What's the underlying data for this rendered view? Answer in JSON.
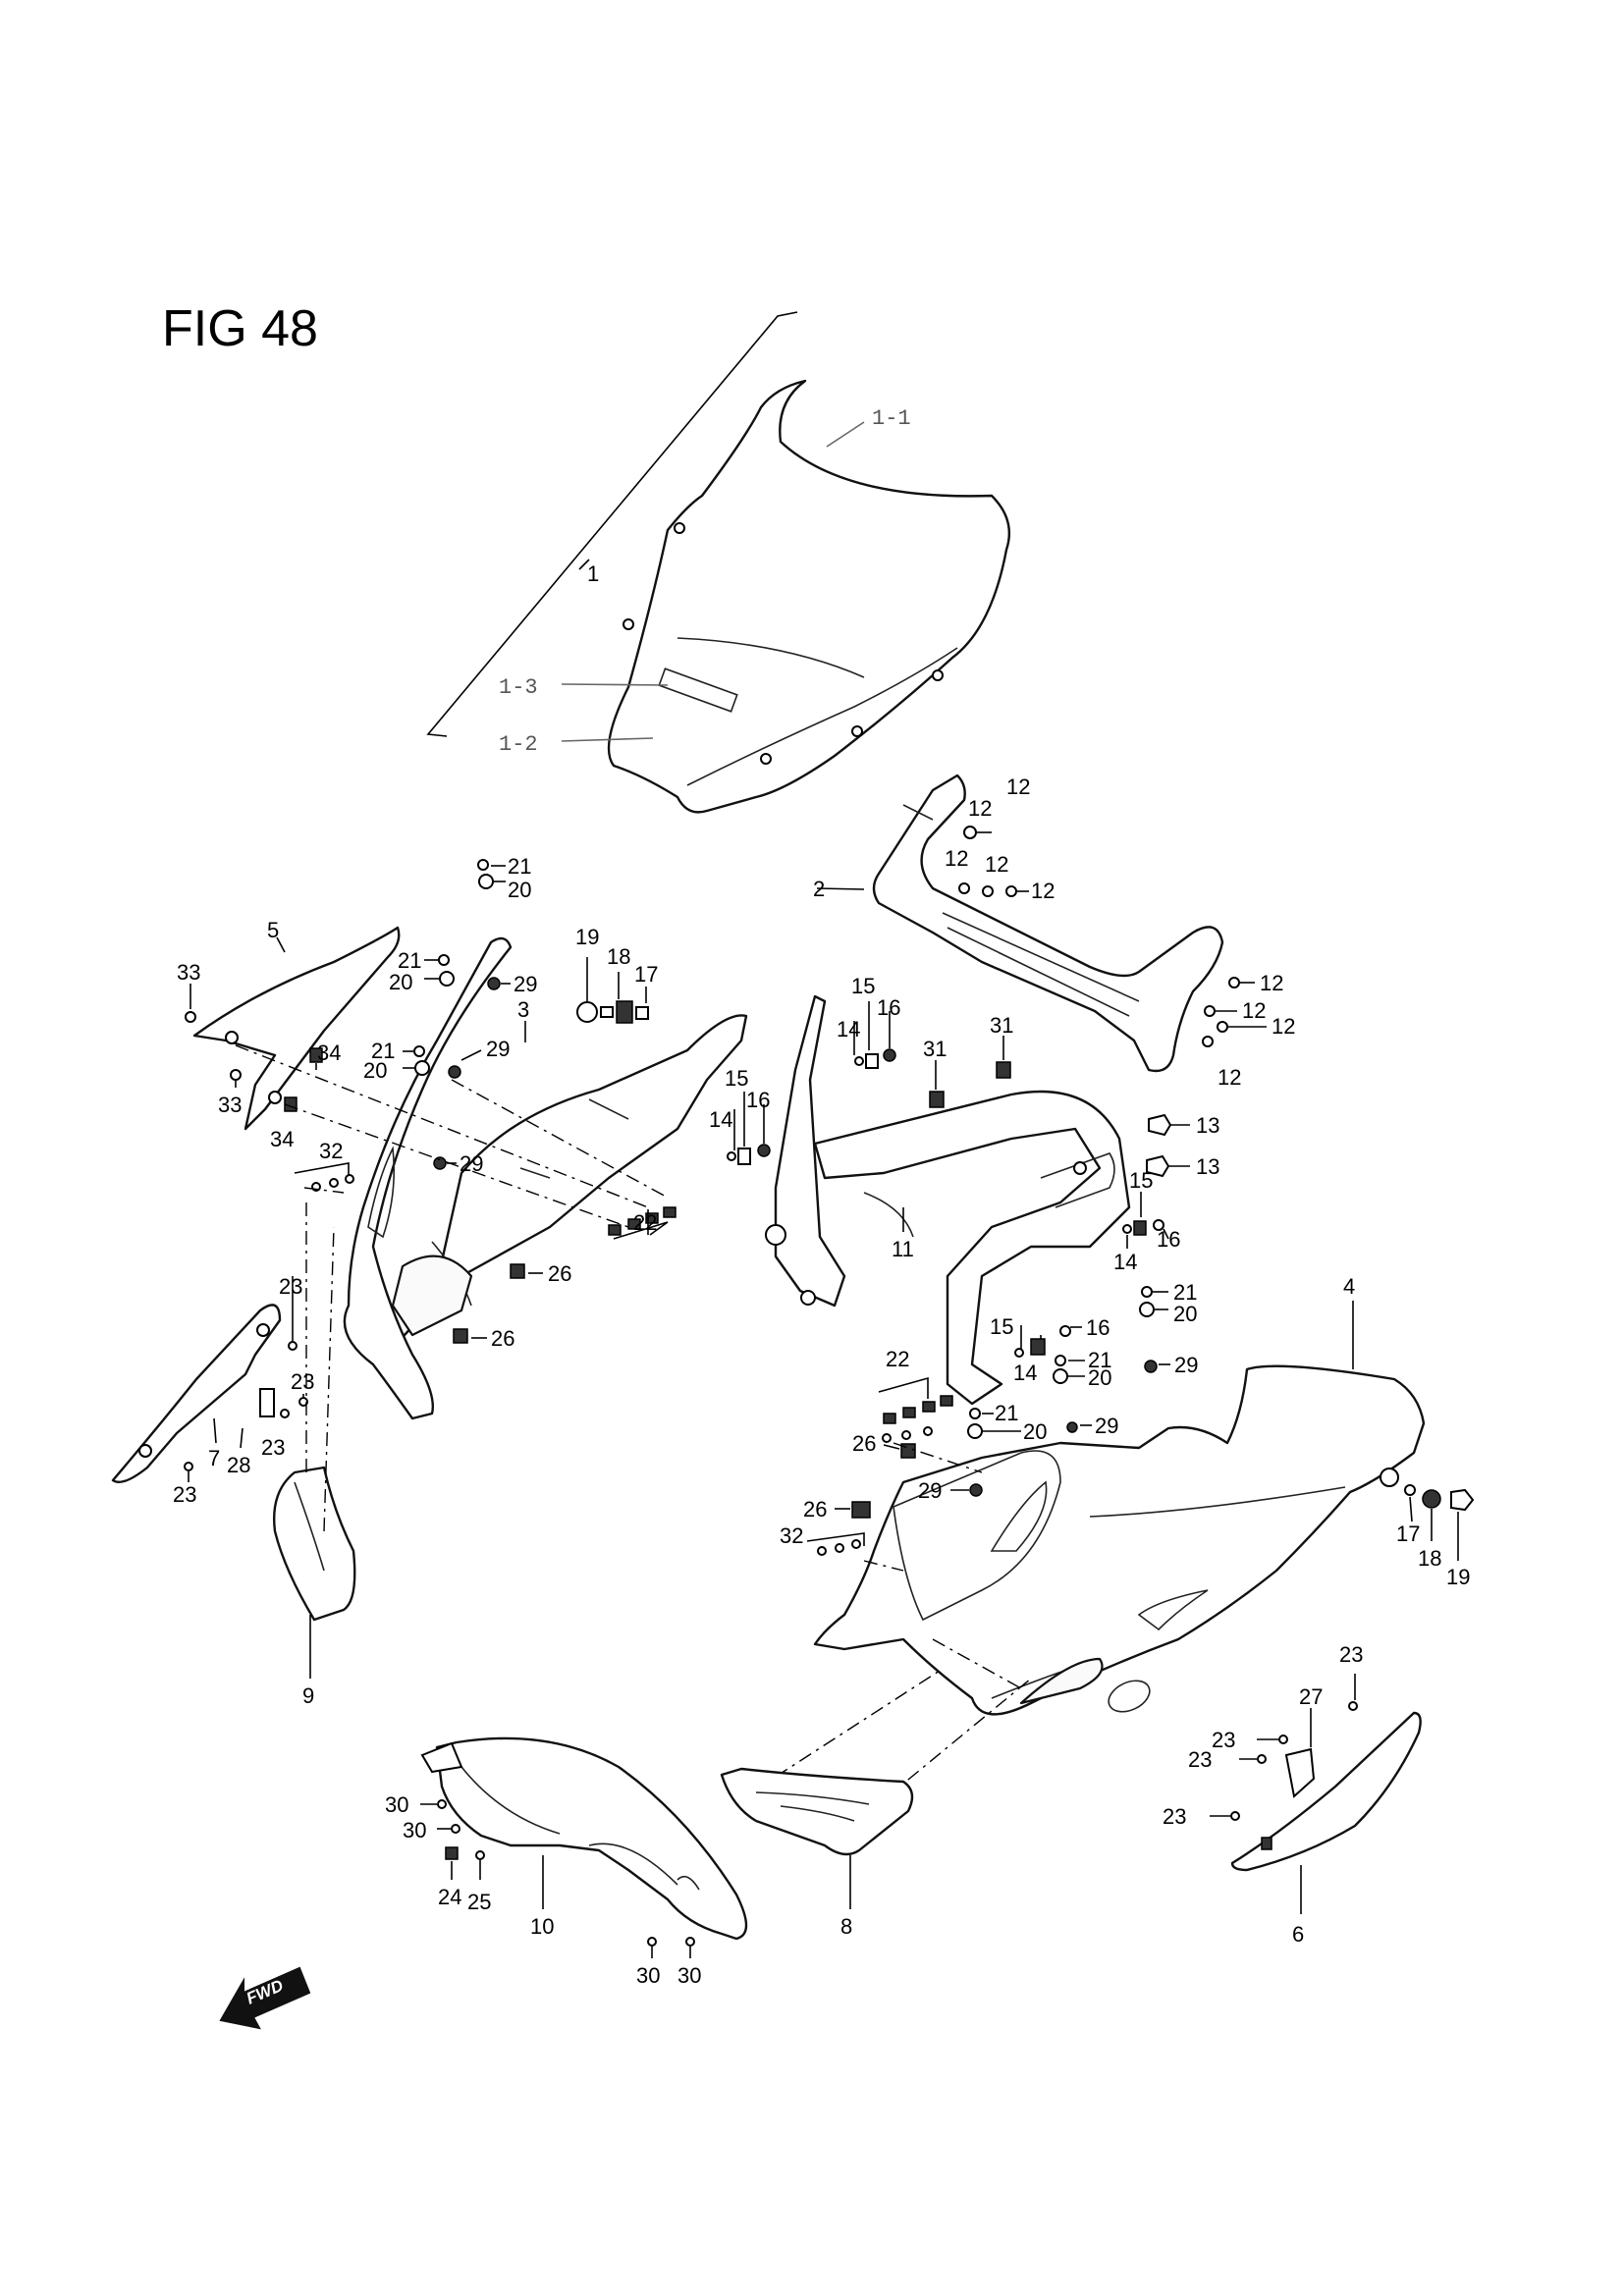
{
  "figure": {
    "title": "FIG 48"
  },
  "direction": {
    "label": "FWD"
  },
  "callouts": {
    "c1": "1",
    "c1_1": "1-1",
    "c1_2": "1-2",
    "c1_3": "1-3",
    "c2": "2",
    "c3": "3",
    "c4": "4",
    "c5": "5",
    "c6": "6",
    "c7": "7",
    "c8": "8",
    "c9": "9",
    "c10": "10",
    "c11": "11",
    "c12": "12",
    "c13": "13",
    "c14": "14",
    "c15": "15",
    "c16": "16",
    "c17": "17",
    "c18": "18",
    "c19": "19",
    "c20": "20",
    "c21": "21",
    "c22": "22",
    "c23": "23",
    "c24": "24",
    "c25": "25",
    "c26": "26",
    "c27": "27",
    "c28": "28",
    "c29": "29",
    "c30": "30",
    "c31": "31",
    "c32": "32",
    "c33": "33",
    "c34": "34"
  }
}
